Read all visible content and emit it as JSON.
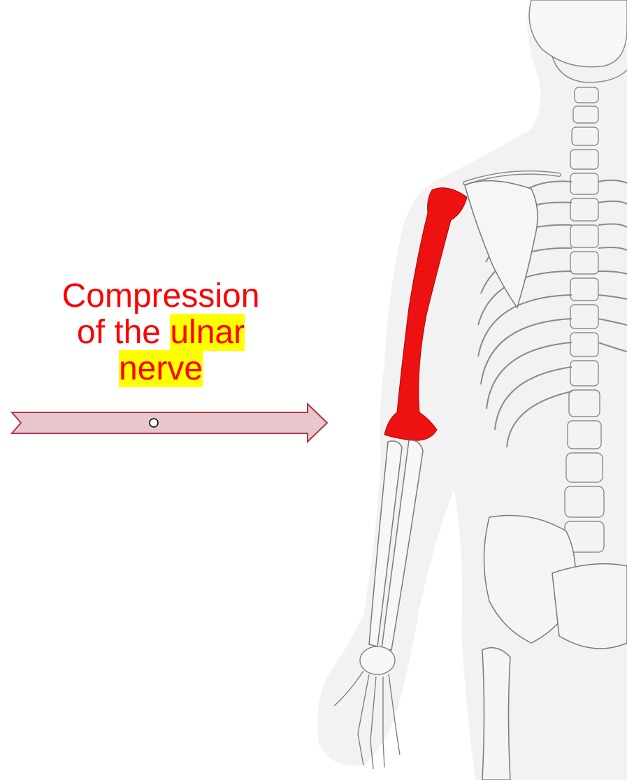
{
  "caption": {
    "line1": "Compression",
    "line2_plain": "of the ",
    "line2_highlight": "ulnar ",
    "line3_highlight": "nerve",
    "text_color": "#ff0000",
    "highlight_color": "#ffff00"
  },
  "arrow": {
    "fill": "#e6c8cc",
    "stroke": "#b5334a",
    "direction": "right"
  },
  "illustration": {
    "subject": "human skeleton, posterior view (upper body)",
    "highlighted_bone": "humerus",
    "highlight_color": "#ee1111",
    "body_outline_color": "#ececec"
  }
}
